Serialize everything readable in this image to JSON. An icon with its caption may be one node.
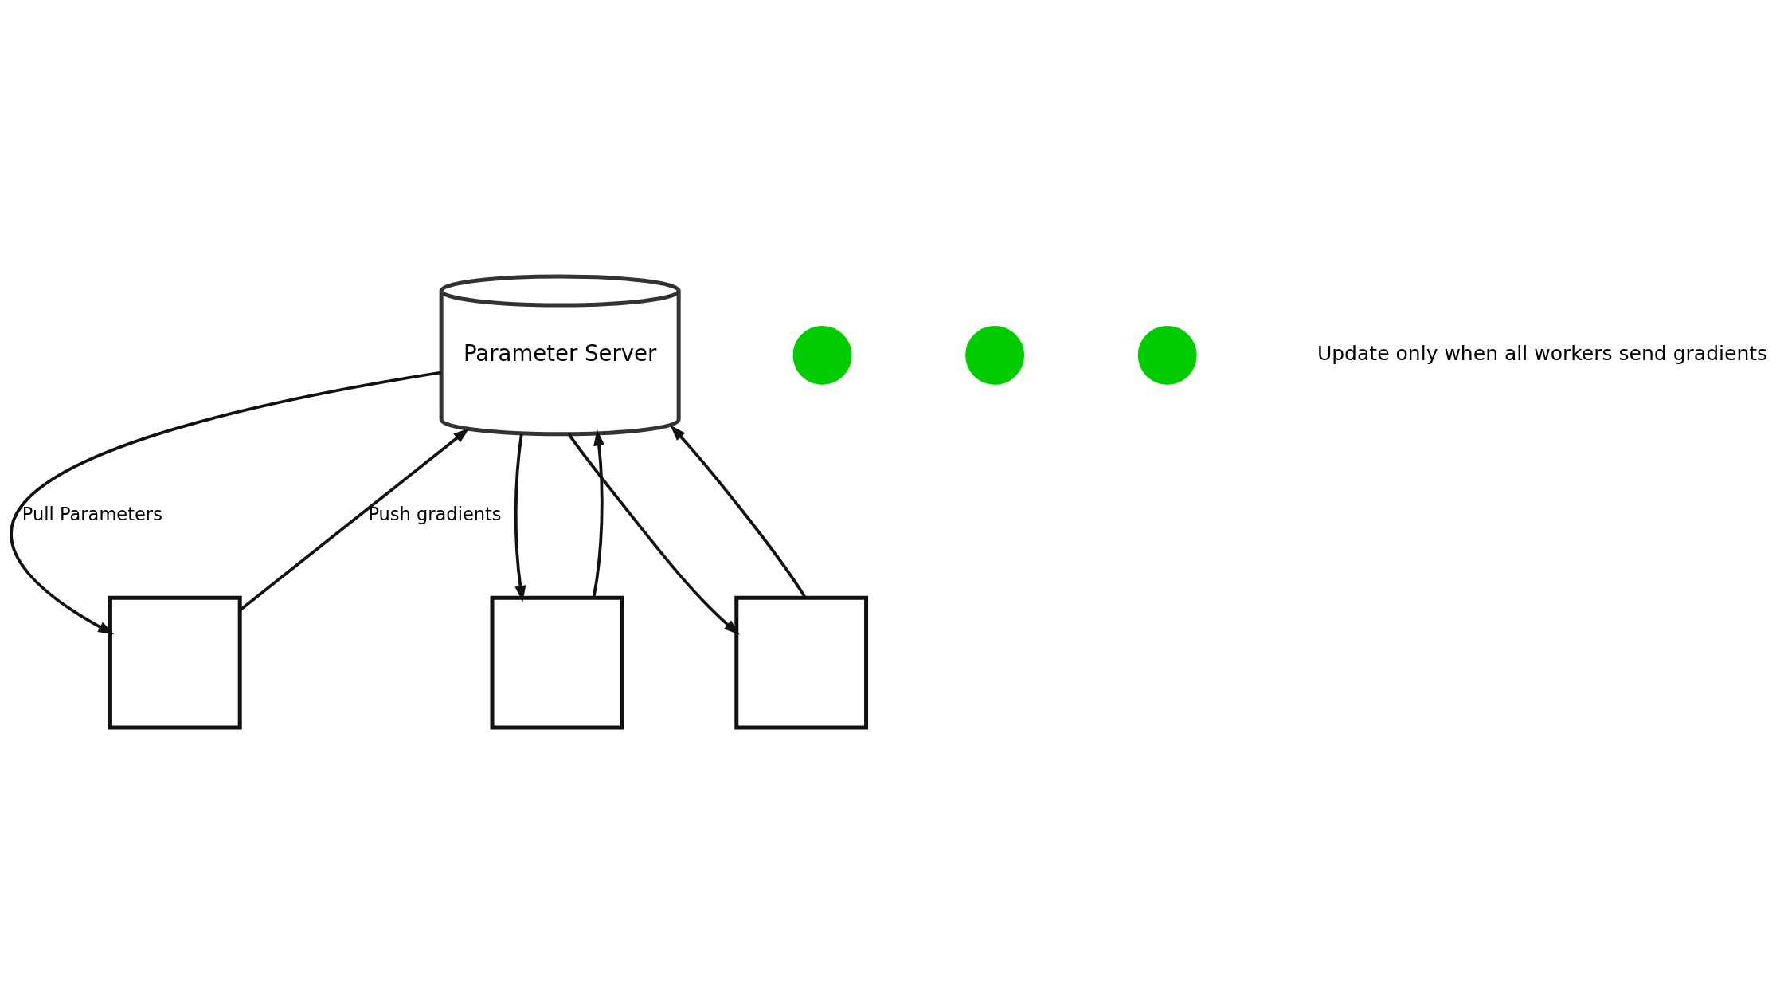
{
  "diagram": {
    "nodes": [
      {
        "text": [
          "Parameter Server"
        ]
      },
      {
        "text": [],
        "shape": "circle"
      },
      {
        "text": [],
        "shape": "circle"
      },
      {
        "text": [],
        "shape": "circle"
      },
      {
        "text": [],
        "shape": "box"
      },
      {
        "text": [],
        "shape": "box"
      },
      {
        "text": [],
        "shape": "box"
      }
    ],
    "edges": [
      {
        "from": 0,
        "to": 4,
        "arrow": "to",
        "label": "Pull Parameters"
      },
      {
        "from": 4,
        "to": 0,
        "arrow": "to",
        "label": "Push gradients"
      },
      {
        "from": 0,
        "to": 5,
        "arrow": "to"
      },
      {
        "from": 5,
        "to": 0,
        "arrow": "to"
      },
      {
        "from": 6,
        "to": 0,
        "arrow": "to"
      },
      {
        "from": 0,
        "to": 6,
        "arrow": "to"
      }
    ],
    "labels": [
      "Update only when all workers send gradients"
    ]
  }
}
